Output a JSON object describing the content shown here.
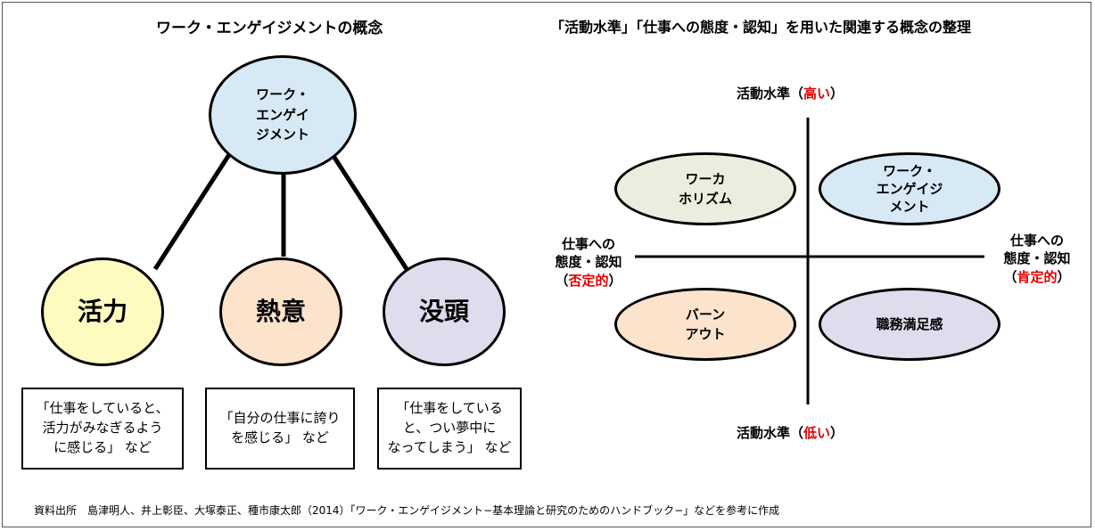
{
  "left_panel": {
    "title": "ワーク・エンゲイジメントの概念",
    "center_node": "ワーク・\nエンゲイ\nジメント",
    "nodes": [
      {
        "label": "活力",
        "fill": "#fdfbc0"
      },
      {
        "label": "熱意",
        "fill": "#fbe3cc"
      },
      {
        "label": "没頭",
        "fill": "#e0dcee"
      }
    ],
    "center_fill": "#d6e9f4",
    "quotes": [
      "「仕事をしていると、\n活力がみなぎるよう\nに感じる」 など",
      "「自分の仕事に誇り\nを感じる」 など",
      "「仕事をしている\nと、つい夢中に\nなってしまう」 など"
    ]
  },
  "right_panel": {
    "title": "「活動水準」「仕事への態度・認知」を用いた関連する概念の整理",
    "axis_top": {
      "prefix": "活動水準（",
      "value": "高い",
      "suffix": "）"
    },
    "axis_bottom": {
      "prefix": "活動水準（",
      "value": "低い",
      "suffix": "）"
    },
    "axis_left": {
      "line1": "仕事への",
      "line2": "態度・認知",
      "prefix": "（",
      "value": "否定的",
      "suffix": "）"
    },
    "axis_right": {
      "line1": "仕事への",
      "line2": "態度・認知",
      "prefix": "（",
      "value": "肯定的",
      "suffix": "）"
    },
    "quadrants": [
      {
        "label": "ワーカ\nホリズム",
        "fill": "#e9eede"
      },
      {
        "label": "ワーク・\nエンゲイジ\nメント",
        "fill": "#d6e9f4"
      },
      {
        "label": "バーン\nアウト",
        "fill": "#fbe3cc"
      },
      {
        "label": "職務満足感",
        "fill": "#e0dcee"
      }
    ],
    "accent_color": "#e00000"
  },
  "footer": "資料出所　島津明人、井上彰臣、大塚泰正、種市康太郎（2014）「ワーク・エンゲイジメント−基本理論と研究のためのハンドブック−」などを参考に作成"
}
